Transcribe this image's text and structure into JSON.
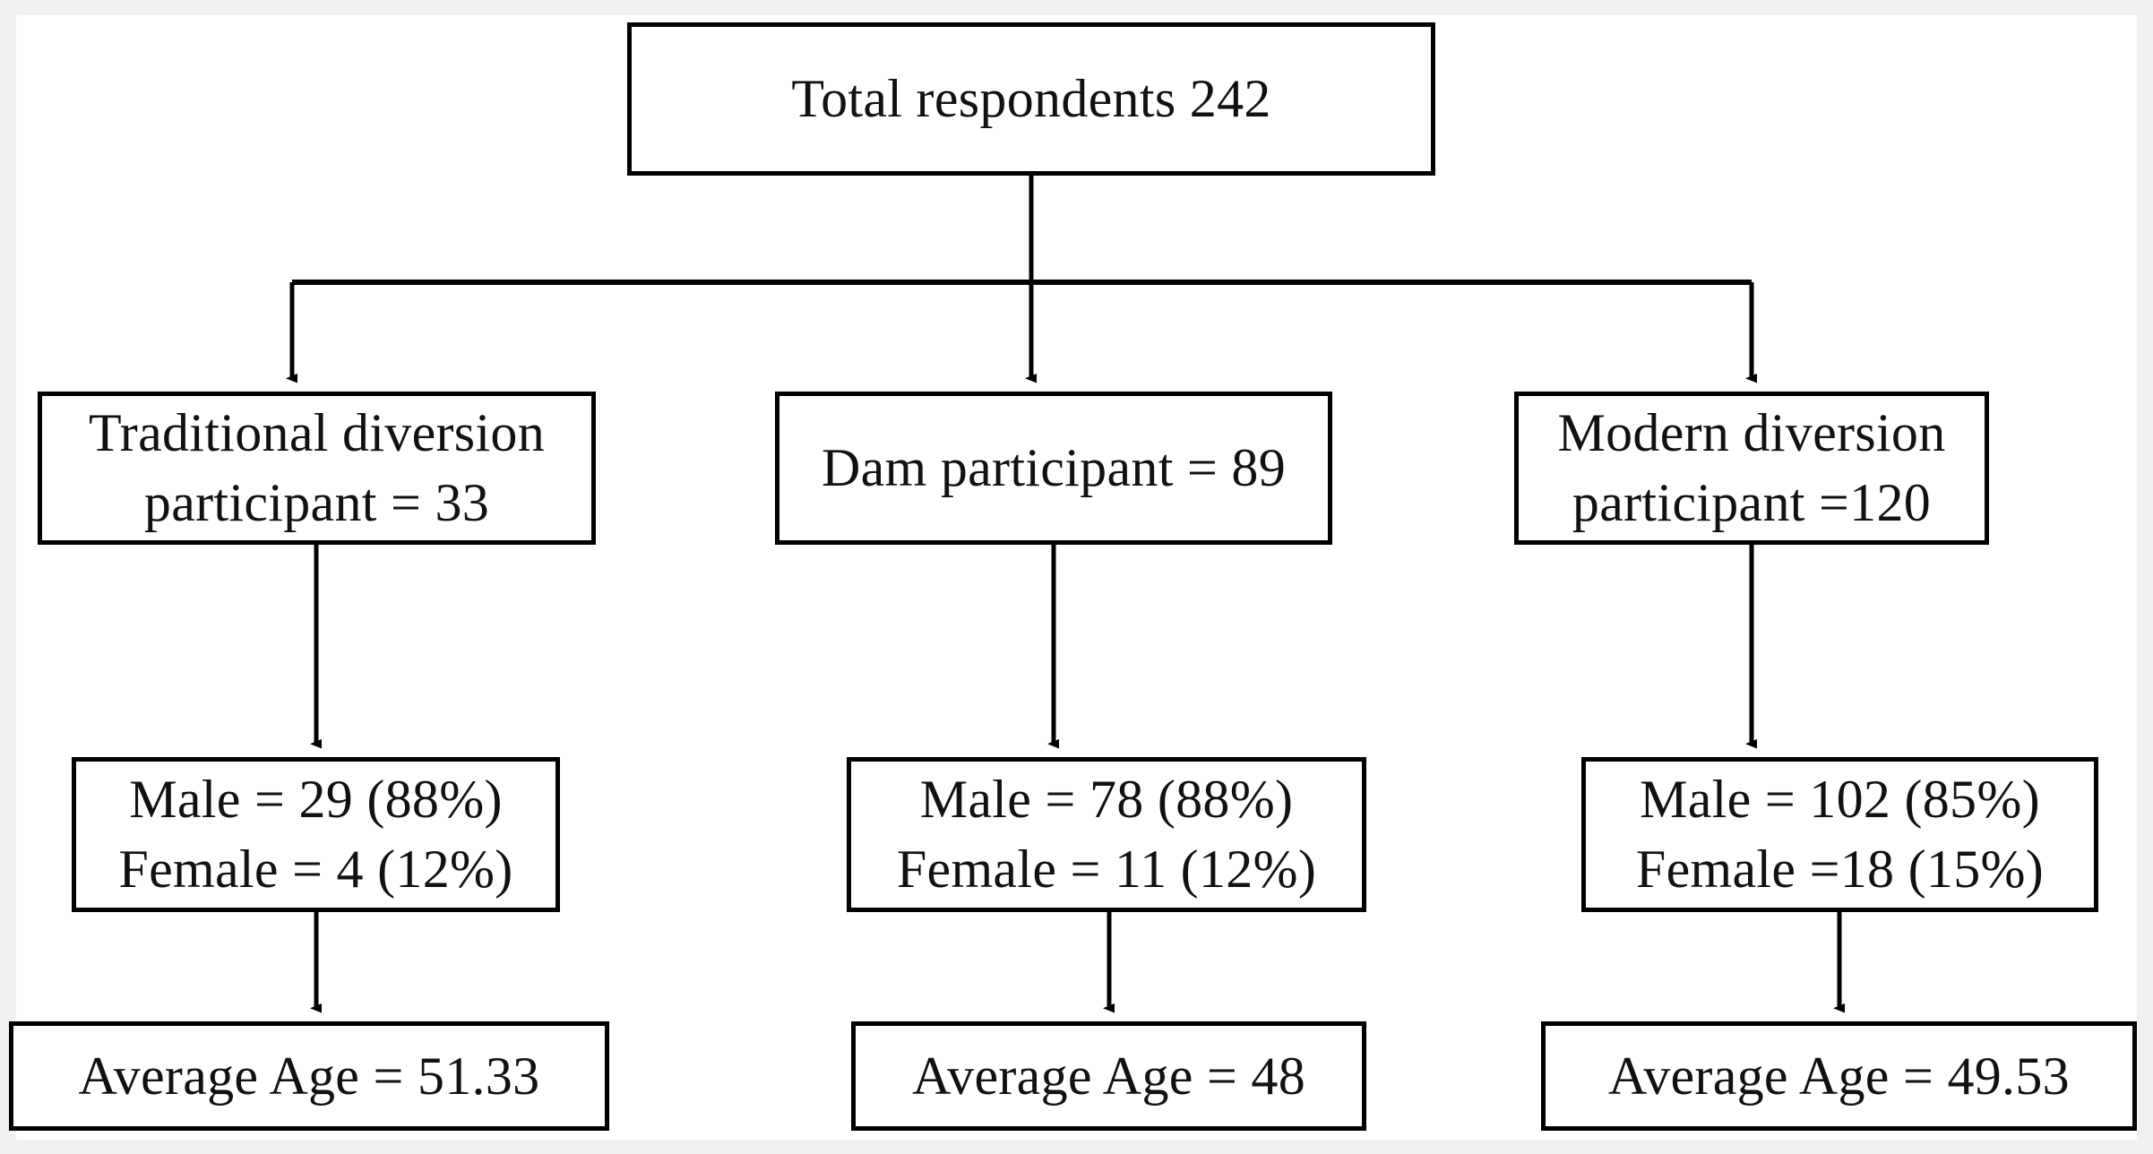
{
  "figure": {
    "type": "flowchart",
    "orientation": "top-down",
    "levels": 4,
    "branches": 3
  },
  "colors": {
    "page_background": "#f1f1f1",
    "paper": "#ffffff",
    "box_border": "#000000",
    "connector": "#000000",
    "text": "#111111"
  },
  "root": {
    "label": "Total respondents 242",
    "total": 242
  },
  "branches": [
    {
      "key": "traditional",
      "group": {
        "line1": "Traditional diversion",
        "line2": "participant = 33",
        "count": 33
      },
      "sex": {
        "male": "Male = 29 (88%)",
        "female": "Female = 4 (12%)",
        "male_count": 29,
        "male_percent": 88,
        "female_count": 4,
        "female_percent": 12
      },
      "age": {
        "label": "Average Age = 51.33",
        "value": 51.33
      }
    },
    {
      "key": "dam",
      "group": {
        "line1": "Dam participant = 89",
        "line2": "",
        "count": 89
      },
      "sex": {
        "male": "Male = 78 (88%)",
        "female": "Female = 11 (12%)",
        "male_count": 78,
        "male_percent": 88,
        "female_count": 11,
        "female_percent": 12
      },
      "age": {
        "label": "Average Age = 48",
        "value": 48
      }
    },
    {
      "key": "modern",
      "group": {
        "line1": "Modern diversion",
        "line2": "participant =120",
        "count": 120
      },
      "sex": {
        "male": "Male = 102 (85%)",
        "female": "Female =18 (15%)",
        "male_count": 102,
        "male_percent": 85,
        "female_count": 18,
        "female_percent": 15
      },
      "age": {
        "label": "Average Age = 49.53",
        "value": 49.53
      }
    }
  ]
}
